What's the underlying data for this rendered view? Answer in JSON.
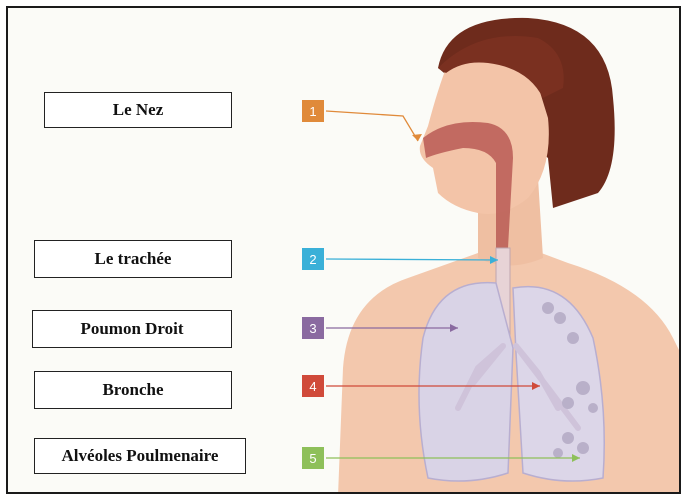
{
  "labels": [
    {
      "number": "1",
      "text": "Le Nez",
      "color": "#e08a3a"
    },
    {
      "number": "2",
      "text": "Le trachée",
      "color": "#3ab0d8"
    },
    {
      "number": "3",
      "text": "Poumon Droit",
      "color": "#8a6aa0"
    },
    {
      "number": "4",
      "text": "Bronche",
      "color": "#d04a3a"
    },
    {
      "number": "5",
      "text": "Alvéoles Poulmenaire",
      "color": "#8ec05a"
    }
  ]
}
